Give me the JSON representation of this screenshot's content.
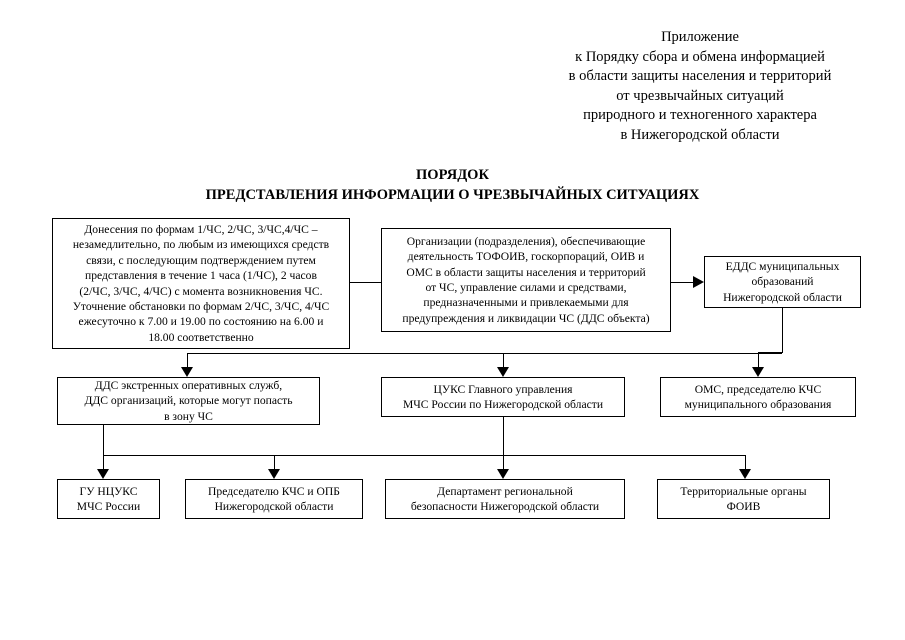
{
  "header": {
    "lines": [
      "Приложение",
      "к  Порядку сбора и обмена информацией",
      "в области защиты населения и территорий",
      "от чрезвычайных ситуаций",
      "природного и техногенного характера",
      "в Нижегородской области"
    ]
  },
  "title": {
    "line1": "ПОРЯДОК",
    "line2": "ПРЕДСТАВЛЕНИЯ ИНФОРМАЦИИ О ЧРЕЗВЫЧАЙНЫХ СИТУАЦИЯХ"
  },
  "boxes": {
    "donesenia": {
      "id": "donesenia-box",
      "lines": [
        "Донесения по формам 1/ЧС, 2/ЧС, 3/ЧС,4/ЧС –",
        "незамедлительно, по любым из имеющихся средств",
        "связи, с последующим подтверждением путем",
        "представления в течение 1 часа (1/ЧС), 2 часов",
        "(2/ЧС, 3/ЧС, 4/ЧС) с момента возникновения ЧС.",
        "Уточнение обстановки по формам 2/ЧС, 3/ЧС, 4/ЧС",
        "ежесуточно к 7.00 и 19.00 по состоянию на 6.00 и",
        "18.00 соответственно"
      ]
    },
    "organizacii": {
      "id": "organizacii-box",
      "lines": [
        "Организации (подразделения), обеспечивающие",
        "деятельность ТОФОИВ, госкорпораций, ОИВ и",
        "ОМС в области защиты населения и территорий",
        "от ЧС, управление силами и средствами,",
        "предназначенными и привлекаемыми для",
        "предупреждения и ликвидации ЧС (ДДС объекта)"
      ]
    },
    "eddc": {
      "id": "eddc-box",
      "lines": [
        "ЕДДС муниципальных",
        "образований",
        "Нижегородской области"
      ]
    },
    "dds": {
      "id": "dds-box",
      "lines": [
        "ДДС экстренных оперативных служб,",
        "ДДС организаций, которые могут попасть",
        "в зону ЧС"
      ]
    },
    "cuks": {
      "id": "cuks-box",
      "lines": [
        "ЦУКС Главного управления",
        "МЧС России по Нижегородской области"
      ]
    },
    "oms": {
      "id": "oms-box",
      "lines": [
        "ОМС, председателю КЧС",
        "муниципального образования"
      ]
    },
    "guncuks": {
      "id": "gu-ncuks-box",
      "lines": [
        "ГУ НЦУКС",
        "МЧС России"
      ]
    },
    "predsedatel": {
      "id": "predsedatel-kchs-box",
      "lines": [
        "Председателю КЧС и ОПБ",
        "Нижегородской области"
      ]
    },
    "departament": {
      "id": "departament-box",
      "lines": [
        "Департамент региональной",
        "безопасности Нижегородской области"
      ]
    },
    "territorialnye": {
      "id": "territorialnye-organy-box",
      "lines": [
        "Территориальные органы",
        "ФОИВ"
      ]
    }
  },
  "colors": {
    "line": "#000000",
    "background": "#ffffff",
    "text": "#000000"
  }
}
